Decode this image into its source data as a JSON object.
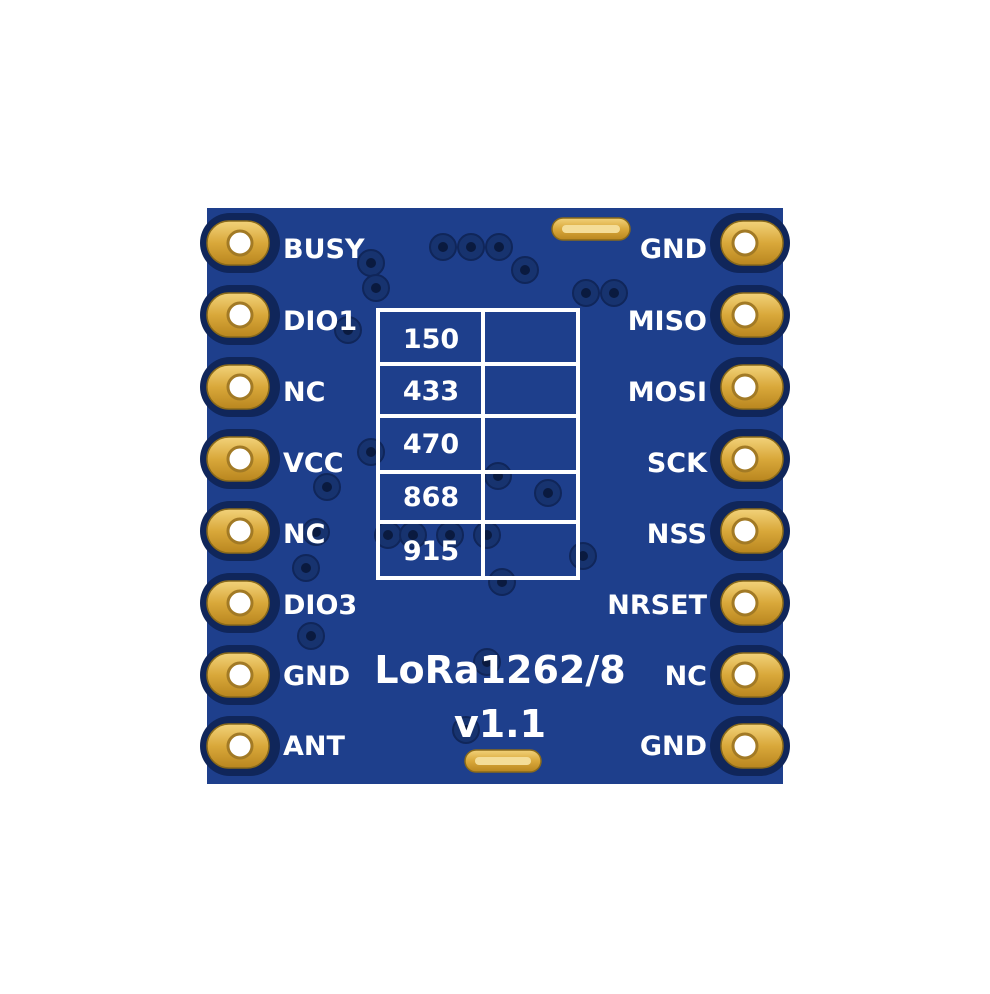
{
  "module": {
    "model": "LoRa1262/8",
    "version": "v1.1",
    "colors": {
      "board": "#1e3f8c",
      "silkscreen": "#ffffff",
      "gold": "#d9a83a"
    }
  },
  "pins_left": [
    "BUSY",
    "DIO1",
    "NC",
    "VCC",
    "NC",
    "DIO3",
    "GND",
    "ANT"
  ],
  "pins_right": [
    "GND",
    "MISO",
    "MOSI",
    "SCK",
    "NSS",
    "NRSET",
    "NC",
    "GND"
  ],
  "frequency_table": [
    "150",
    "433",
    "470",
    "868",
    "915"
  ]
}
